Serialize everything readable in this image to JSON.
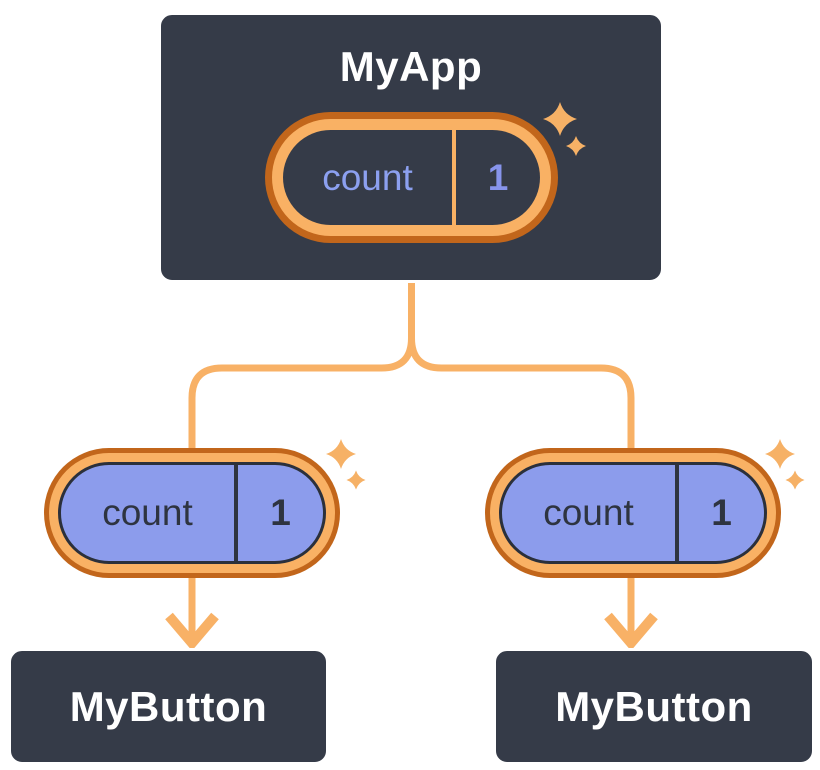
{
  "diagram": {
    "description": "React component tree sharing state: parent holds count state, passes it as a prop to two child buttons",
    "root": {
      "title": "MyApp",
      "state_pill": {
        "key": "count",
        "value": "1"
      }
    },
    "children": [
      {
        "title": "MyButton",
        "prop_pill": {
          "key": "count",
          "value": "1"
        }
      },
      {
        "title": "MyButton",
        "prop_pill": {
          "key": "count",
          "value": "1"
        }
      }
    ],
    "colors": {
      "box_background": "#353B48",
      "box_border": "#FFFFFF",
      "title_text": "#FFFFFF",
      "connector_orange": "#F8B166",
      "pill_ring_dark_orange": "#C2661B",
      "pill_ring_light_orange": "#F9B164",
      "pill_fill_purple": "#8C9CEC",
      "pill_text_purple": "#8CA0F0",
      "pill_value_purple": "#8794EC",
      "pill_text_dark": "#2E3440",
      "sparkle": "#F6B166"
    }
  }
}
